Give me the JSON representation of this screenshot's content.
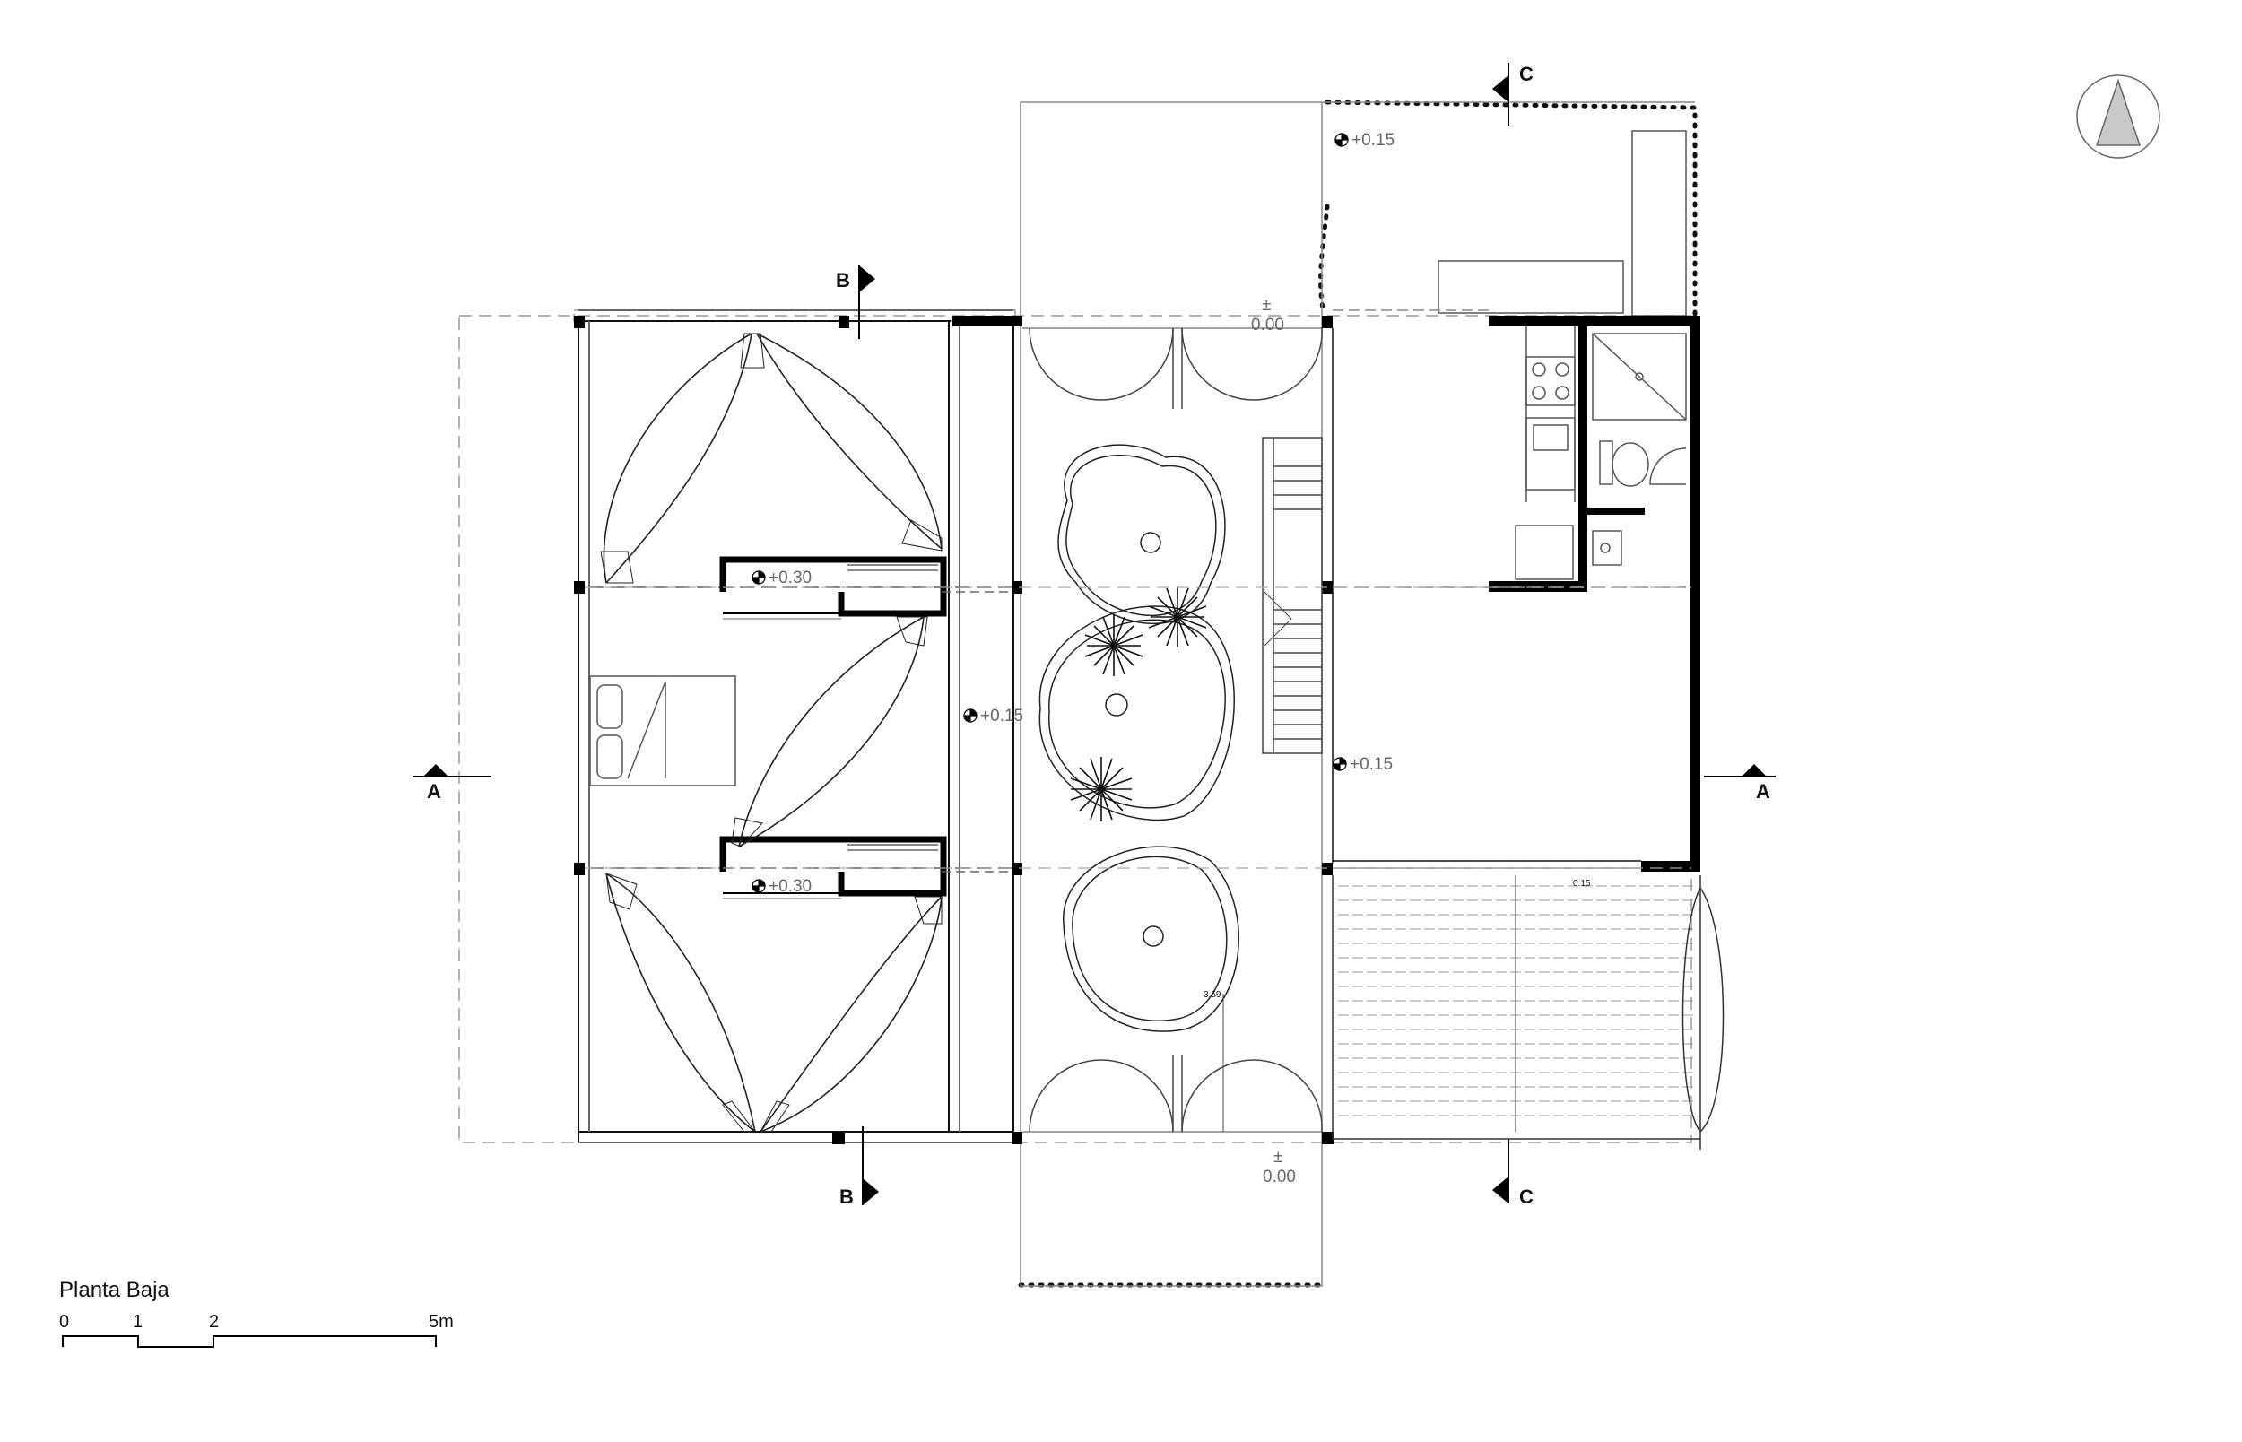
{
  "drawing": {
    "title": "Planta Baja",
    "scale_labels": [
      "0",
      "1",
      "2",
      "5m"
    ],
    "section_markers": {
      "a": "A",
      "b": "B",
      "c": "C"
    },
    "levels": {
      "entry_top_sign": "±",
      "entry_top_value": "0.00",
      "entry_bottom_sign": "±",
      "entry_bottom_value": "0.00",
      "yard": "+0.15",
      "living": "+0.15",
      "corridor": "+0.15",
      "bath_upper": "+0.30",
      "bath_lower": "+0.30"
    },
    "dimensions": {
      "stair_width": "3.59",
      "deck_step": "0.15"
    },
    "icons": [
      "north-arrow-icon",
      "section-marker-icon",
      "level-marker-icon",
      "tree-icon",
      "palm-icon",
      "hammock-icon"
    ]
  }
}
